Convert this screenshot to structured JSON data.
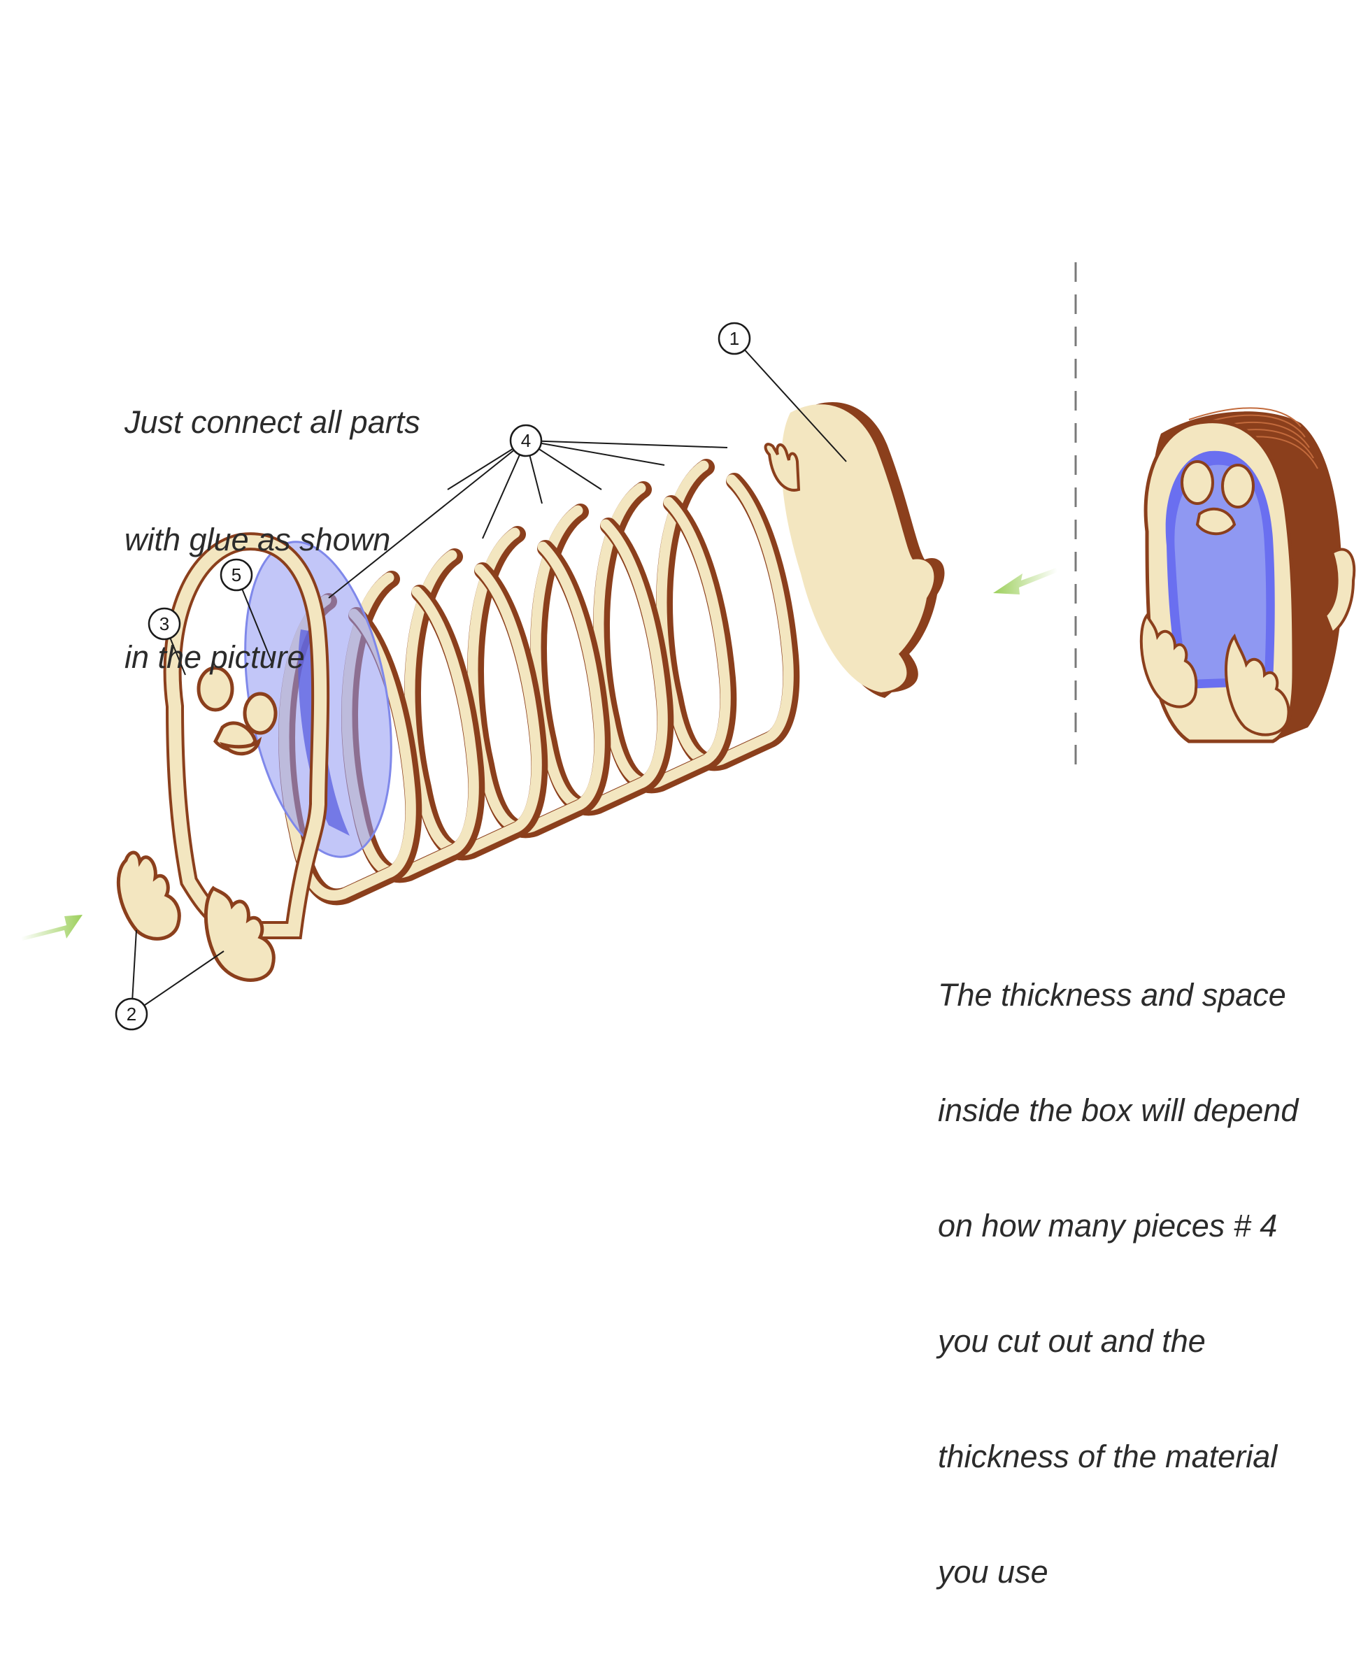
{
  "instructions": {
    "top_note": [
      "Just connect all parts",
      "with glue as shown",
      "in the picture"
    ],
    "bottom_note": [
      "The thickness and space",
      "inside the box will depend",
      "on how many pieces # 4",
      "you cut out and the",
      "thickness of the material",
      "you use"
    ]
  },
  "callouts": {
    "part1": "1",
    "part2": "2",
    "part3": "3",
    "part4": "4",
    "part5": "5"
  },
  "colors": {
    "wood_face": "#f3e6c0",
    "wood_edge": "#8b3f1c",
    "acrylic": "#8f98f2",
    "acrylic_dark": "#5a5fe0",
    "arrow_green": "#9ccf5b",
    "leader_line": "#1a1a1a",
    "divider": "#7a7a7a"
  },
  "icons": {
    "direction": "green-arrow-icon"
  }
}
